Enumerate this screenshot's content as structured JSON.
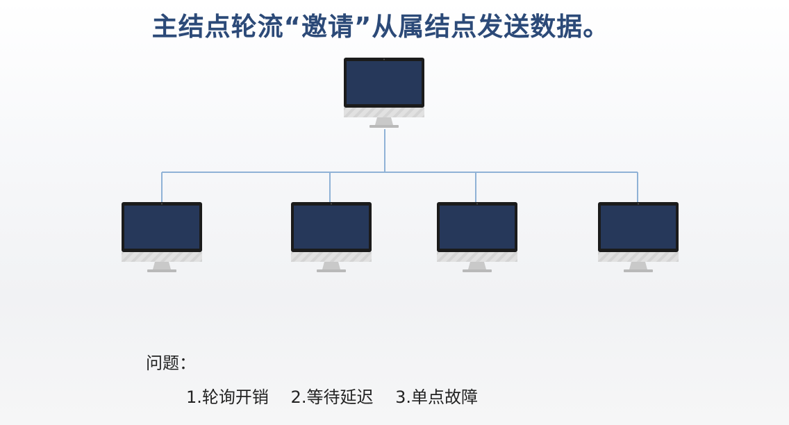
{
  "title": "主结点轮流“邀请”从属结点发送数据。",
  "issues": {
    "heading": "问题：",
    "items": [
      "1.轮询开销",
      "2.等待延迟",
      "3.单点故障"
    ]
  },
  "colors": {
    "title": "#2c4a78",
    "screen": "#26385a",
    "bezel": "#1b1b1b",
    "chin": "#e1e1e1",
    "stand": "#c9c9c9",
    "link": "#8fb2d6"
  },
  "nodes": {
    "master": "monitor",
    "slaves": [
      "monitor",
      "monitor",
      "monitor",
      "monitor"
    ]
  }
}
